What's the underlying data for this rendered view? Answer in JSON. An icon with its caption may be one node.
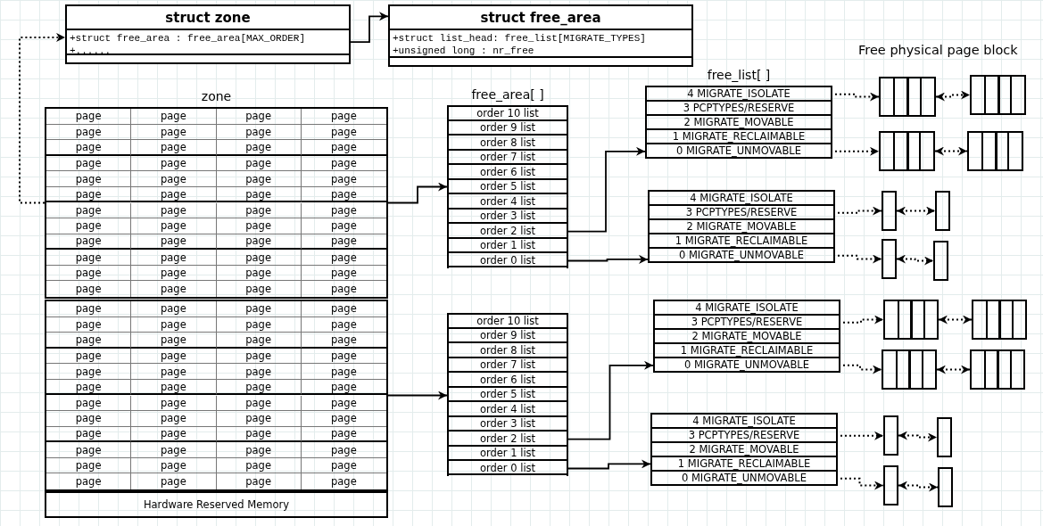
{
  "diagram": {
    "nodes": [
      {
        "text": [
          "struct zone",
          "+struct free_area : free_area[MAX_ORDER]",
          "+......"
        ]
      },
      {
        "text": [
          "struct free_area",
          "+struct list_head: free_list[MIGRATE_TYPES]",
          "+unsigned long : nr_free"
        ]
      },
      {
        "text": [
          "zone"
        ]
      },
      {
        "text": [],
        "shape": "box"
      },
      {
        "text": [
          "Hardware Reserved Memory"
        ]
      },
      {
        "text": [
          "free_area[ ]"
        ]
      },
      {
        "text": [
          "order 10 list"
        ],
        "in": 5
      },
      {
        "text": [
          "order 9 list"
        ],
        "in": 5
      },
      {
        "text": [
          "order 8 list"
        ],
        "in": 5
      },
      {
        "text": [
          "order 7 list"
        ],
        "in": 5
      },
      {
        "text": [
          "order 6 list"
        ],
        "in": 5
      },
      {
        "text": [
          "order 5 list"
        ],
        "in": 5
      },
      {
        "text": [
          "order 4 list"
        ],
        "in": 5
      },
      {
        "text": [
          "order 3 list"
        ],
        "in": 5
      },
      {
        "text": [
          "order 2 list"
        ],
        "in": 5
      },
      {
        "text": [
          "order 1 list"
        ],
        "in": 5
      },
      {
        "text": [
          "order 0 list"
        ],
        "in": 5
      },
      {
        "text": [
          "free_list[ ]"
        ]
      },
      {
        "text": [
          "4 MIGRATE_ISOLATE"
        ],
        "in": 17
      },
      {
        "text": [
          "3 PCPTYPES/RESERVE"
        ],
        "in": 17
      },
      {
        "text": [
          "2 MIGRATE_MOVABLE"
        ],
        "in": 17
      },
      {
        "text": [
          "1 MIGRATE_RECLAIMABLE"
        ],
        "in": 17
      },
      {
        "text": [
          "0 MIGRATE_UNMOVABLE"
        ],
        "in": 17
      },
      {
        "text": [],
        "shape": "box"
      },
      {
        "text": [],
        "shape": "box"
      },
      {
        "text": [],
        "shape": "box"
      },
      {
        "text": [],
        "shape": "box"
      },
      {
        "text": [],
        "shape": "box"
      },
      {
        "text": [
          "4 MIGRATE_ISOLATE"
        ],
        "in": 27
      },
      {
        "text": [
          "3 PCPTYPES/RESERVE"
        ],
        "in": 27
      },
      {
        "text": [
          "2 MIGRATE_MOVABLE"
        ],
        "in": 27
      },
      {
        "text": [
          "1 MIGRATE_RECLAIMABLE"
        ],
        "in": 27
      },
      {
        "text": [
          "0 MIGRATE_UNMOVABLE"
        ],
        "in": 27
      },
      {
        "text": [],
        "shape": "box"
      },
      {
        "text": [],
        "shape": "box"
      },
      {
        "text": [],
        "shape": "box"
      },
      {
        "text": [],
        "shape": "box"
      },
      {
        "text": [],
        "shape": "box"
      },
      {
        "text": [
          "order 10 list"
        ],
        "in": 37
      },
      {
        "text": [
          "order 9 list"
        ],
        "in": 37
      },
      {
        "text": [
          "order 8 list"
        ],
        "in": 37
      },
      {
        "text": [
          "order 7 list"
        ],
        "in": 37
      },
      {
        "text": [
          "order 6 list"
        ],
        "in": 37
      },
      {
        "text": [
          "order 5 list"
        ],
        "in": 37
      },
      {
        "text": [
          "order 4 list"
        ],
        "in": 37
      },
      {
        "text": [
          "order 3 list"
        ],
        "in": 37
      },
      {
        "text": [
          "order 2 list"
        ],
        "in": 37
      },
      {
        "text": [
          "order 1 list"
        ],
        "in": 37
      },
      {
        "text": [
          "order 0 list"
        ],
        "in": 37
      },
      {
        "text": [],
        "shape": "box"
      },
      {
        "text": [
          "4 MIGRATE_ISOLATE"
        ],
        "in": 49
      },
      {
        "text": [
          "3 PCPTYPES/RESERVE"
        ],
        "in": 49
      },
      {
        "text": [
          "2 MIGRATE_MOVABLE"
        ],
        "in": 49
      },
      {
        "text": [
          "1 MIGRATE_RECLAIMABLE"
        ],
        "in": 49
      },
      {
        "text": [
          "0 MIGRATE_UNMOVABLE"
        ],
        "in": 49
      },
      {
        "text": [],
        "shape": "box"
      },
      {
        "text": [],
        "shape": "box"
      },
      {
        "text": [],
        "shape": "box"
      },
      {
        "text": [],
        "shape": "box"
      },
      {
        "text": [],
        "shape": "box"
      },
      {
        "text": [
          "4 MIGRATE_ISOLATE"
        ],
        "in": 59
      },
      {
        "text": [
          "3 PCPTYPES/RESERVE"
        ],
        "in": 59
      },
      {
        "text": [
          "2 MIGRATE_MOVABLE"
        ],
        "in": 59
      },
      {
        "text": [
          "1 MIGRATE_RECLAIMABLE"
        ],
        "in": 59
      },
      {
        "text": [
          "0 MIGRATE_UNMOVABLE"
        ],
        "in": 59
      },
      {
        "text": [],
        "shape": "box"
      },
      {
        "text": [],
        "shape": "box"
      },
      {
        "text": [],
        "shape": "box"
      },
      {
        "text": [],
        "shape": "box"
      }
    ],
    "edges": [
      {
        "from": 0,
        "to": 1,
        "arrow": "to"
      },
      {
        "from": 2,
        "to": 0,
        "arrow": "to",
        "style": "dashed"
      },
      {
        "from": 2,
        "to": 5,
        "arrow": "to"
      },
      {
        "from": 3,
        "to": 37,
        "arrow": "to"
      },
      {
        "from": 14,
        "to": 17,
        "arrow": "to"
      },
      {
        "from": 16,
        "to": 27,
        "arrow": "to"
      },
      {
        "from": 46,
        "to": 49,
        "arrow": "to"
      },
      {
        "from": 48,
        "to": 59,
        "arrow": "to"
      },
      {
        "from": 18,
        "to": 23,
        "arrow": "to",
        "style": "dashed"
      },
      {
        "from": 23,
        "to": 24,
        "arrow": "both",
        "style": "dashed"
      },
      {
        "from": 22,
        "to": 25,
        "arrow": "to",
        "style": "dashed"
      },
      {
        "from": 25,
        "to": 26,
        "arrow": "both",
        "style": "dashed"
      },
      {
        "from": 29,
        "to": 33,
        "arrow": "to",
        "style": "dashed"
      },
      {
        "from": 33,
        "to": 34,
        "arrow": "both",
        "style": "dashed"
      },
      {
        "from": 32,
        "to": 35,
        "arrow": "to",
        "style": "dashed"
      },
      {
        "from": 35,
        "to": 36,
        "arrow": "both",
        "style": "dashed"
      },
      {
        "from": 51,
        "to": 55,
        "arrow": "to",
        "style": "dashed"
      },
      {
        "from": 55,
        "to": 56,
        "arrow": "both",
        "style": "dashed"
      },
      {
        "from": 54,
        "to": 57,
        "arrow": "to",
        "style": "dashed"
      },
      {
        "from": 57,
        "to": 58,
        "arrow": "both",
        "style": "dashed"
      },
      {
        "from": 61,
        "to": 65,
        "arrow": "to",
        "style": "dashed"
      },
      {
        "from": 65,
        "to": 66,
        "arrow": "both",
        "style": "dashed"
      },
      {
        "from": 64,
        "to": 67,
        "arrow": "to",
        "style": "dashed"
      },
      {
        "from": 67,
        "to": 68,
        "arrow": "both",
        "style": "dashed"
      }
    ],
    "labels": [
      "Free physical page block",
      "page",
      "page",
      "page",
      "page",
      "page",
      "page",
      "page",
      "page",
      "page",
      "page",
      "page",
      "page",
      "page",
      "page",
      "page",
      "page",
      "page",
      "page",
      "page",
      "page",
      "page",
      "page",
      "page",
      "page",
      "page",
      "page",
      "page",
      "page",
      "page",
      "page",
      "page",
      "page",
      "page",
      "page",
      "page",
      "page",
      "page",
      "page",
      "page",
      "page",
      "page",
      "page",
      "page",
      "page",
      "page",
      "page",
      "page",
      "page",
      "page",
      "page",
      "page",
      "page",
      "page",
      "page",
      "page",
      "page",
      "page",
      "page",
      "page",
      "page",
      "page",
      "page",
      "page",
      "page",
      "page",
      "page",
      "page",
      "page",
      "page",
      "page",
      "page",
      "page",
      "page",
      "page",
      "page",
      "page",
      "page",
      "page",
      "page",
      "page",
      "page",
      "page",
      "page",
      "page",
      "page",
      "page",
      "page",
      "page",
      "page",
      "page",
      "page",
      "page",
      "page",
      "page",
      "page",
      "page"
    ]
  }
}
